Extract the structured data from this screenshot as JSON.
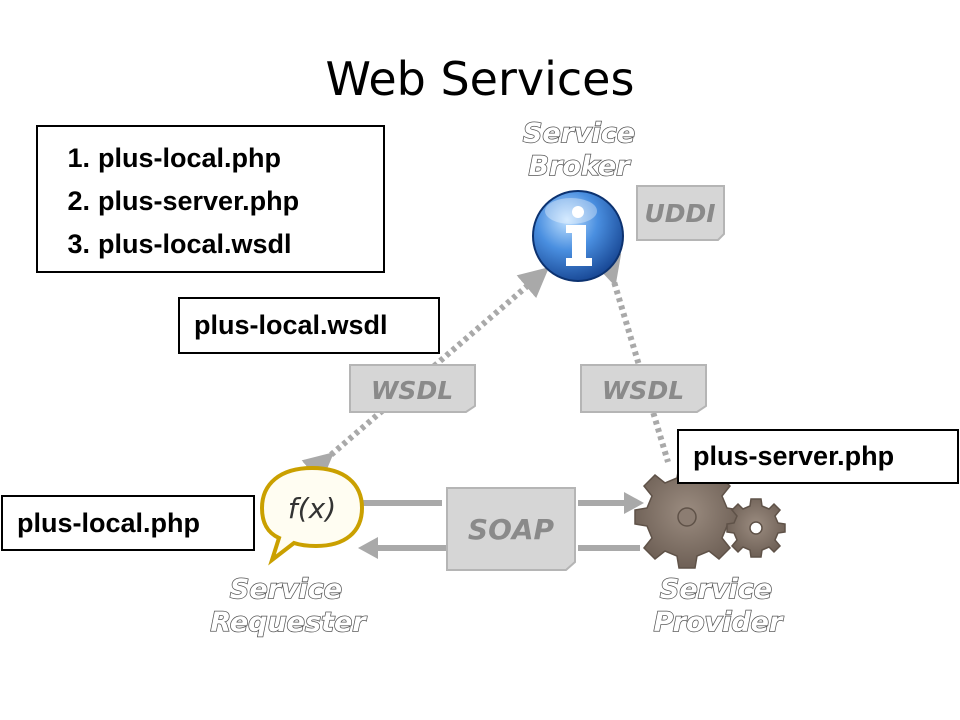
{
  "title": "Web Services",
  "file_list": [
    {
      "num": "1.",
      "name": "plus-local.php"
    },
    {
      "num": "2.",
      "name": "plus-server.php"
    },
    {
      "num": "3.",
      "name": "plus-local.wsdl"
    }
  ],
  "callouts": {
    "wsdl": "plus-local.wsdl",
    "server": "plus-server.php",
    "local": "plus-local.php"
  },
  "diagram": {
    "broker_label_1": "Service",
    "broker_label_2": "Broker",
    "uddi": "UDDI",
    "wsdl_left": "WSDL",
    "wsdl_right": "WSDL",
    "soap": "SOAP",
    "requester_symbol": "f(x)",
    "requester_label_1": "Service",
    "requester_label_2": "Requester",
    "provider_label_1": "Service",
    "provider_label_2": "Provider"
  },
  "colors": {
    "doc_fill": "#d6d6d6",
    "doc_text": "#8a8a8a",
    "arrow": "#a9a9a9",
    "gear": "#7d6e64",
    "info_blue": "#2f6fc6"
  }
}
